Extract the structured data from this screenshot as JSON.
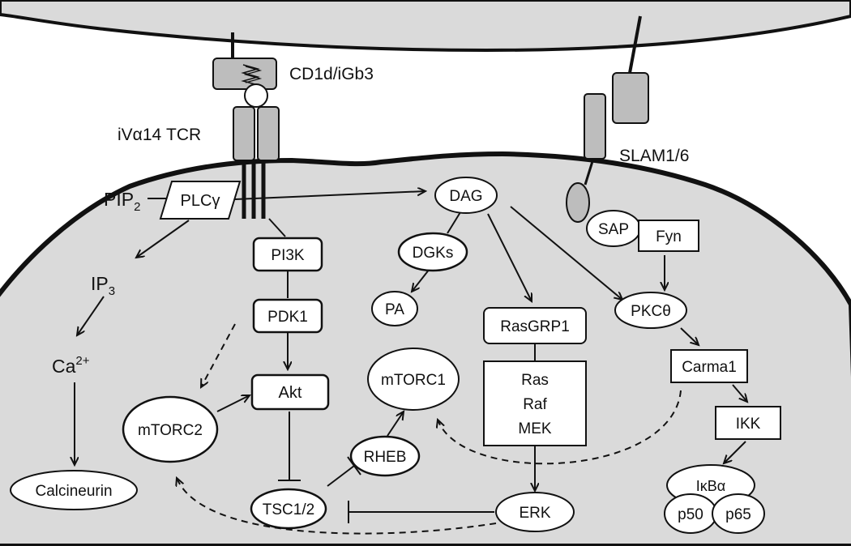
{
  "membrane_labels": {
    "cd1d": "CD1d/iGb3",
    "tcr": "iVα14 TCR",
    "slam": "SLAM1/6"
  },
  "nodes": {
    "pip2_base": "PIP",
    "pip2_sub": "2",
    "plcg": "PLCγ",
    "ip3_base": "IP",
    "ip3_sub": "3",
    "ca_base": "Ca",
    "ca_sup": "2+",
    "calcineurin": "Calcineurin",
    "pi3k": "PI3K",
    "pdk1": "PDK1",
    "akt": "Akt",
    "mtorc2": "mTORC2",
    "mtorc1": "mTORC1",
    "rheb": "RHEB",
    "tsc": "TSC1/2",
    "dag": "DAG",
    "dgks": "DGKs",
    "pa": "PA",
    "rasgrp1": "RasGRP1",
    "ras": "Ras",
    "raf": "Raf",
    "mek": "MEK",
    "erk": "ERK",
    "sap": "SAP",
    "fyn": "Fyn",
    "pkc": "PKCθ",
    "carma1": "Carma1",
    "ikk": "IKK",
    "ikba": "IκBα",
    "p50": "p50",
    "p65": "p65"
  }
}
